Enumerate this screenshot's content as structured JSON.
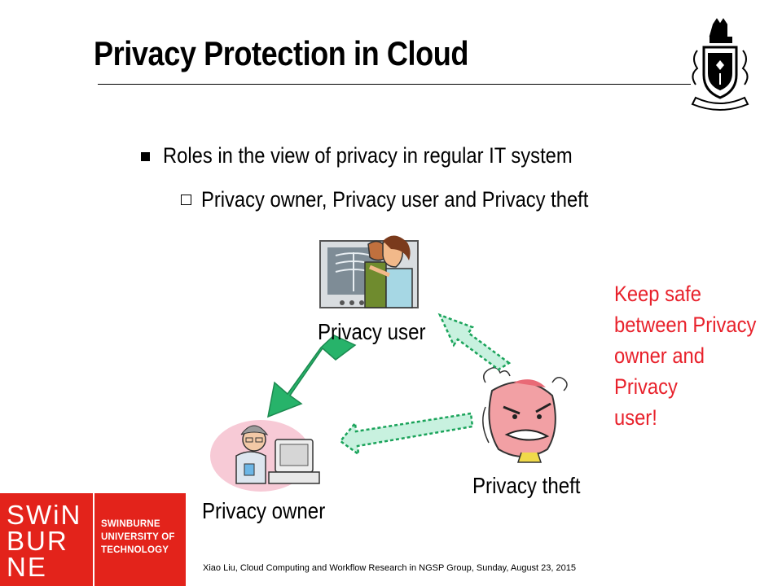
{
  "slide": {
    "title": "Privacy Protection in Cloud",
    "bullets": [
      {
        "level": 1,
        "text": "Roles in the view of privacy in regular IT system"
      },
      {
        "level": 2,
        "text": "Privacy owner, Privacy user and Privacy theft"
      }
    ]
  },
  "diagram": {
    "roles": {
      "user": "Privacy user",
      "theft": "Privacy theft",
      "owner": "Privacy owner"
    },
    "callout_lines": [
      "Keep safe",
      "between Privacy",
      "owner and",
      "Privacy",
      "user!"
    ],
    "colors": {
      "callout": "#e8212b",
      "solid_arrow": "#27b36a",
      "dashed_arrow": "#c8f1df"
    }
  },
  "logo": {
    "wordmark_lines": [
      "SWiN",
      "BUR",
      "NE"
    ],
    "name_lines": [
      "SWINBURNE",
      "UNIVERSITY OF",
      "TECHNOLOGY"
    ],
    "color": "#e3231b"
  },
  "footer": {
    "text": "Xiao Liu, Cloud Computing and Workflow Research in NGSP Group, Sunday, August 23, 2015"
  }
}
